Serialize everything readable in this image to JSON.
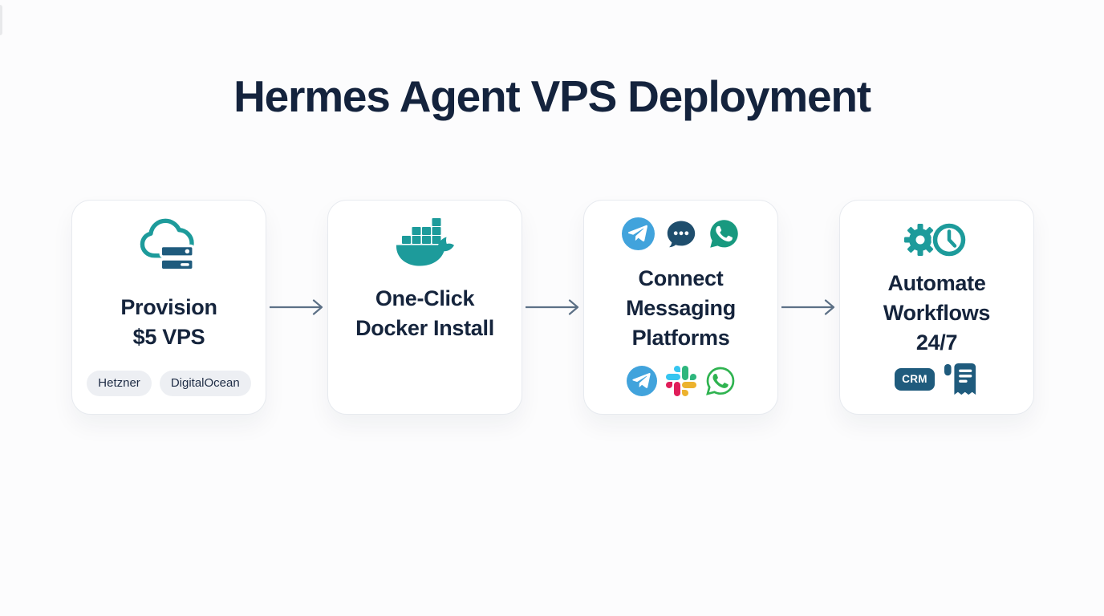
{
  "page": {
    "title": "Hermes Agent VPS Deployment",
    "background": "#fcfcfd"
  },
  "colors": {
    "teal": "#1d9b9b",
    "navy_text": "#15243c",
    "dark_blue": "#1f5b7d",
    "chat_bubble_navy": "#1f4e6d",
    "telegram_blue": "#41a3dc",
    "whatsapp_teal": "#18997f",
    "whatsapp_green": "#2fb350",
    "arrow": "#5d7187",
    "badge_bg": "#edeff3",
    "card_bg": "#ffffff",
    "card_border": "#e7eaef",
    "slack_blue": "#36C5F0",
    "slack_green": "#2EB67D",
    "slack_yellow": "#ECB22E",
    "slack_red": "#E01E5A"
  },
  "steps": [
    {
      "id": "provision-vps",
      "icon": "cloud-server-icon",
      "title_lines": [
        "Provision",
        "$5 VPS"
      ],
      "badges": [
        "Hetzner",
        "DigitalOcean"
      ]
    },
    {
      "id": "docker-install",
      "icon": "docker-whale-icon",
      "title_lines": [
        "One-Click",
        "Docker Install"
      ]
    },
    {
      "id": "connect-messaging",
      "icons_top": [
        "telegram-icon",
        "chat-bubble-icon",
        "whatsapp-icon"
      ],
      "title_lines": [
        "Connect",
        "Messaging",
        "Platforms"
      ],
      "icons_bottom": [
        "telegram-icon",
        "slack-icon",
        "whatsapp-outline-icon"
      ]
    },
    {
      "id": "automate-workflows",
      "icons_top": [
        "gear-icon",
        "clock-icon"
      ],
      "title_lines": [
        "Automate",
        "Workflows",
        "24/7"
      ],
      "icons_bottom": [
        "crm-badge",
        "receipt-icon"
      ],
      "crm_label": "CRM"
    }
  ]
}
